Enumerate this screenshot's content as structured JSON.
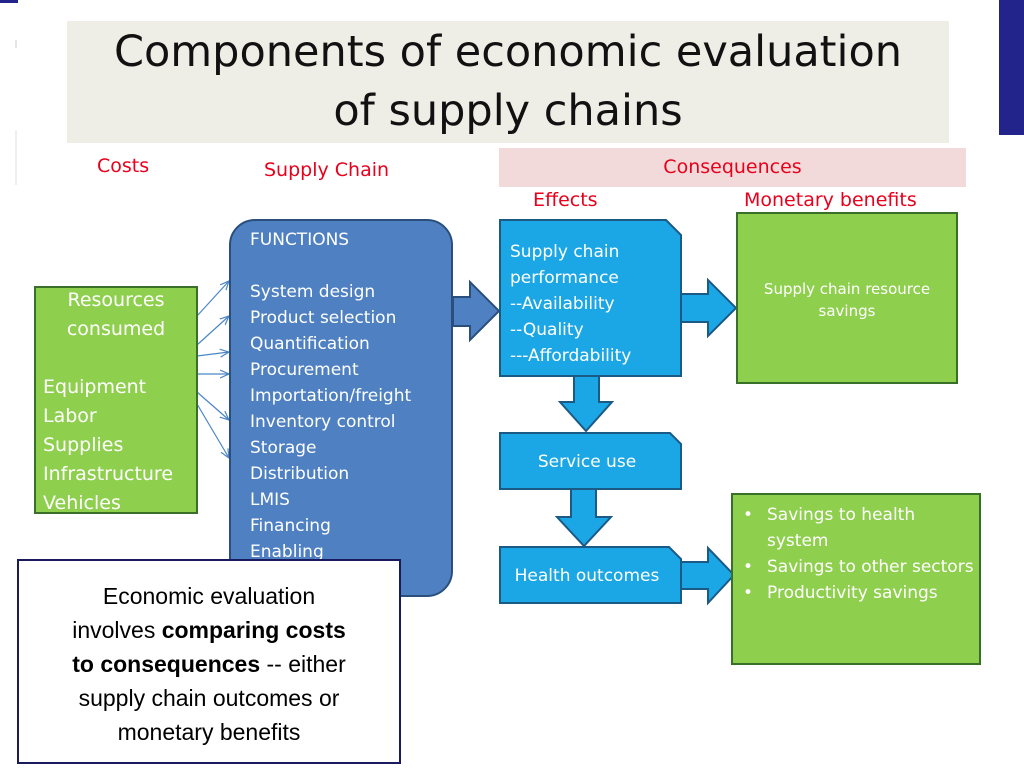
{
  "title": {
    "line1": "Components of economic evaluation",
    "line2": "of supply chains"
  },
  "headers": {
    "costs": "Costs",
    "supply_chain": "Supply Chain",
    "consequences": "Consequences",
    "effects": "Effects",
    "monetary_benefits": "Monetary benefits"
  },
  "resources": {
    "heading_line1": "Resources",
    "heading_line2": "consumed",
    "items": [
      "Equipment",
      "Labor",
      "Supplies",
      "Infrastructure",
      "Vehicles"
    ]
  },
  "functions": {
    "heading": "FUNCTIONS",
    "items": [
      "System design",
      "Product selection",
      "Quantification",
      "Procurement",
      "Importation/freight",
      "Inventory control",
      "Storage",
      "Distribution",
      "LMIS",
      "Financing",
      "Enabling"
    ]
  },
  "performance": {
    "lines": [
      "Supply chain",
      "performance",
      "--Availability",
      "--Quality",
      "---Affordability"
    ]
  },
  "service_use": "Service use",
  "health_outcomes": "Health outcomes",
  "resource_savings": {
    "line1": "Supply chain resource",
    "line2": "savings"
  },
  "savings_list": [
    "Savings to health system",
    "Savings to other sectors",
    "Productivity savings"
  ],
  "callout": {
    "line1": "Economic evaluation",
    "line2_normal": "involves ",
    "line2_bold": "comparing costs",
    "line3_bold": "to consequences",
    "line3_normal": " -- either",
    "line4": "supply chain outcomes or",
    "line5": "monetary benefits"
  },
  "colors": {
    "green_fill": "#8fcf4e",
    "blue_fill": "#1ba6e6",
    "functions_fill": "#4f81c2",
    "red_text": "#e8001c",
    "consequences_band": "#f3dada",
    "title_band": "#eeede6",
    "accent_bar": "#23238c"
  }
}
